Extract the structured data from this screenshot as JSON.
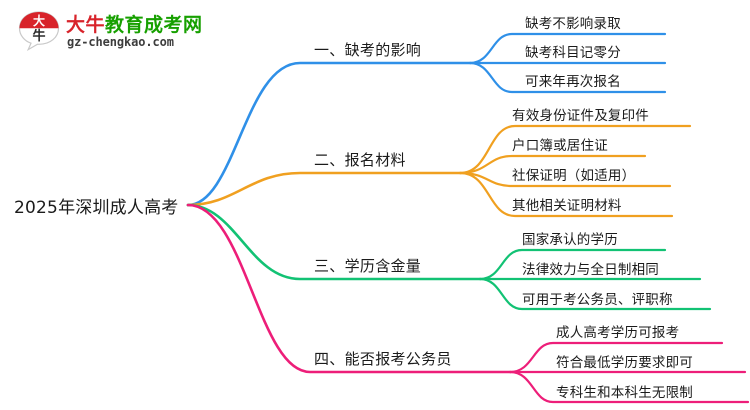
{
  "logo": {
    "name": "dani-education-chengkao-logo",
    "mark_text": "大牛",
    "brand_cn_prefix": "大牛",
    "brand_cn_suffix": "教育成考网",
    "url": "gz-chengkao.com",
    "brand_green": "#17a000",
    "brand_red": "#d8232a"
  },
  "mindmap": {
    "root": "2025年深圳成人高考",
    "branches": [
      {
        "label": "一、缺考的影响",
        "color": "#2f90e8",
        "leaves": [
          "缺考不影响录取",
          "缺考科目记零分",
          "可来年再次报名"
        ]
      },
      {
        "label": "二、报名材料",
        "color": "#f0a020",
        "leaves": [
          "有效身份证件及复印件",
          "户口簿或居住证",
          "社保证明（如适用）",
          "其他相关证明材料"
        ]
      },
      {
        "label": "三、学历含金量",
        "color": "#12c274",
        "leaves": [
          "国家承认的学历",
          "法律效力与全日制相同",
          "可用于考公务员、评职称"
        ]
      },
      {
        "label": "四、能否报考公务员",
        "color": "#ed1e79",
        "leaves": [
          "成人高考学历可报考",
          "符合最低学历要求即可",
          "专科生和本科生无限制"
        ]
      }
    ]
  }
}
